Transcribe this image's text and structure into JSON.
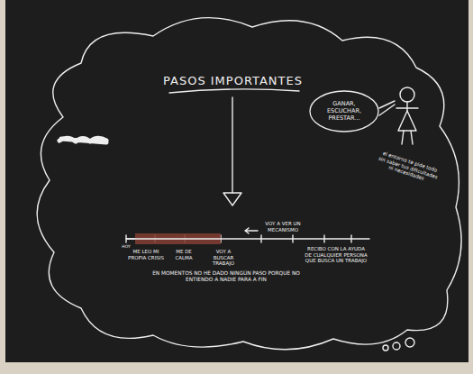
{
  "diagram": {
    "title": "PASOS IMPORTANTES",
    "nodes": [
      {
        "text": [
          "GANAR, ESCUCHAR, PRESTAR..."
        ]
      }
    ],
    "labels": [
      "HOY",
      "ME LEO MI PROPIA CRISIS",
      "ME DE CALMA",
      "VOY A BUSCAR TRABAJO",
      "VOY A VER UN MECANISMO",
      "RECIBO CON LA AYUDA DE CUALQUIER PERSONA QUE BUSCA UN TRABAJO",
      "el entorno te pide todo sin saber tus dificultades ni necesidades",
      "EN MOMENTOS NO HE DADO NINGÚN PASO PORQUE NO ENTIENDO A NADIE PARA A FIN"
    ]
  }
}
